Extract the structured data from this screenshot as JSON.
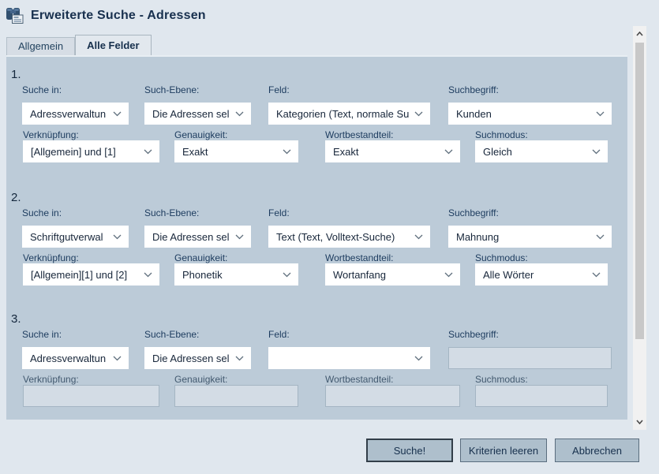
{
  "window": {
    "title": "Erweiterte Suche - Adressen"
  },
  "tabs": [
    {
      "label": "Allgemein",
      "active": false
    },
    {
      "label": "Alle Felder",
      "active": true
    }
  ],
  "field_labels": {
    "suche_in": "Suche in:",
    "such_ebene": "Such-Ebene:",
    "feld": "Feld:",
    "suchbegriff": "Suchbegriff:",
    "verknuepfung": "Verknüpfung:",
    "genauigkeit": "Genauigkeit:",
    "wortbestandteil": "Wortbestandteil:",
    "suchmodus": "Suchmodus:"
  },
  "sections": [
    {
      "number": "1.",
      "suche_in": "Adressverwaltun",
      "such_ebene": "Die Adressen sel",
      "feld": "Kategorien (Text, normale Su",
      "suchbegriff": "Kunden",
      "verknuepfung": "[Allgemein] und [1]",
      "genauigkeit": "Exakt",
      "wortbestandteil": "Exakt",
      "suchmodus": "Gleich"
    },
    {
      "number": "2.",
      "suche_in": "Schriftgutverwal",
      "such_ebene": "Die Adressen sel",
      "feld": "Text (Text, Volltext-Suche)",
      "suchbegriff": "Mahnung",
      "verknuepfung": "[Allgemein][1] und [2]",
      "genauigkeit": "Phonetik",
      "wortbestandteil": "Wortanfang",
      "suchmodus": "Alle Wörter"
    },
    {
      "number": "3.",
      "suche_in": "Adressverwaltun",
      "such_ebene": "Die Adressen sel",
      "feld": "",
      "suchbegriff": "",
      "verknuepfung": "",
      "genauigkeit": "",
      "wortbestandteil": "",
      "suchmodus": ""
    }
  ],
  "buttons": {
    "search": "Suche!",
    "clear": "Kriterien leeren",
    "cancel": "Abbrechen"
  },
  "colors": {
    "page_bg": "#e0e7ee",
    "panel_bg": "#bccbd8",
    "label_text": "#1c3b5e",
    "button_bg": "#aebfcc",
    "button_border": "#5a6d7e",
    "disabled_field_bg": "#d3dce5",
    "scrollbar_thumb": "#c8c8c8"
  }
}
